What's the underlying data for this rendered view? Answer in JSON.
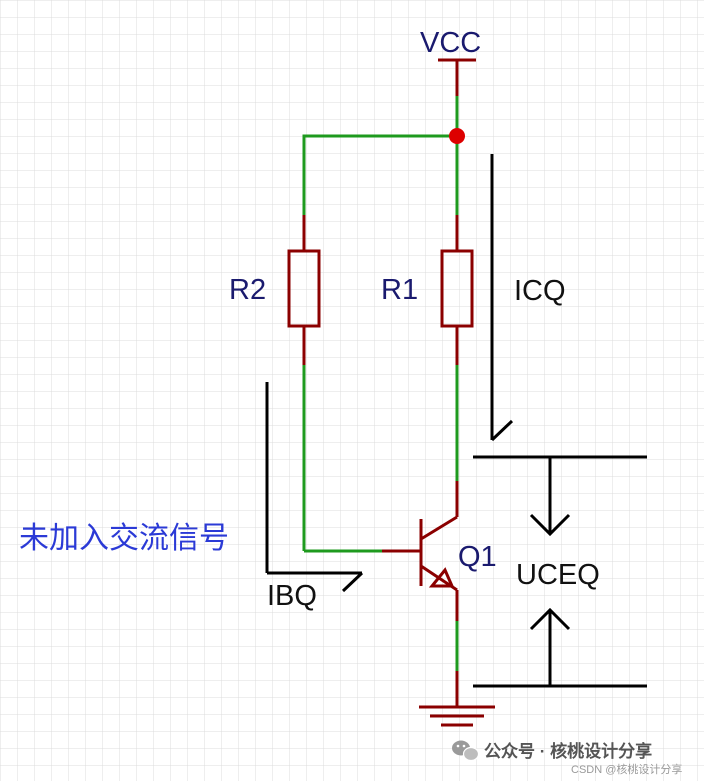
{
  "circuit": {
    "supply_label": "VCC",
    "r2_label": "R2",
    "r1_label": "R1",
    "transistor_label": "Q1",
    "icq_label": "ICQ",
    "ibq_label": "IBQ",
    "uceq_label": "UCEQ",
    "note": "未加入交流信号"
  },
  "watermark": {
    "main": "公众号 · 核桃设计分享",
    "sub": "CSDN @核桃设计分享",
    "icon": "wechat-icon"
  },
  "colors": {
    "wire": "#1e9a1e",
    "component": "#8b0000",
    "junction": "#dd0000",
    "annotation": "#000000",
    "note": "#2b3ad6",
    "grid": "#dcdcdc"
  }
}
